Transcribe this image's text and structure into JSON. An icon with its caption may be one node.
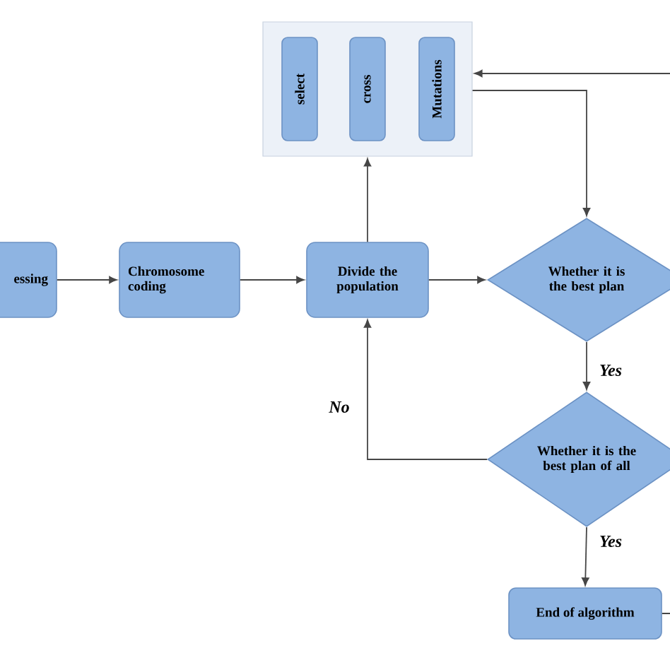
{
  "diagram": {
    "nodes": [
      {
        "text": [
          "essing"
        ]
      },
      {
        "text": [
          "Chromosome coding"
        ]
      },
      {
        "text": [
          "Divide the population"
        ]
      },
      {
        "text": [],
        "shape": "box"
      },
      {
        "text": [
          "select"
        ],
        "in": 3
      },
      {
        "text": [
          "cross"
        ],
        "in": 3
      },
      {
        "text": [
          "Mutations"
        ],
        "in": 3
      },
      {
        "text": [
          "Whether it is the best plan"
        ]
      },
      {
        "text": [
          "Whether it is the best plan of all"
        ]
      },
      {
        "text": [
          "End of algorithm"
        ]
      }
    ],
    "edges": [
      {
        "from": 0,
        "to": 1,
        "arrow": "to"
      },
      {
        "from": 1,
        "to": 2,
        "arrow": "to"
      },
      {
        "from": 2,
        "to": 3,
        "arrow": "to"
      },
      {
        "from": 3,
        "to": 7,
        "arrow": "to"
      },
      {
        "from": null,
        "to": 3,
        "arrow": "to"
      },
      {
        "from": 2,
        "to": 7,
        "arrow": "to"
      },
      {
        "from": 7,
        "to": 8,
        "arrow": "to",
        "label": "Yes"
      },
      {
        "from": 8,
        "to": 2,
        "arrow": "to",
        "label": "No"
      },
      {
        "from": 8,
        "to": 9,
        "arrow": "to",
        "label": "Yes"
      },
      {
        "from": 9,
        "to": null,
        "arrow": "none"
      }
    ]
  }
}
